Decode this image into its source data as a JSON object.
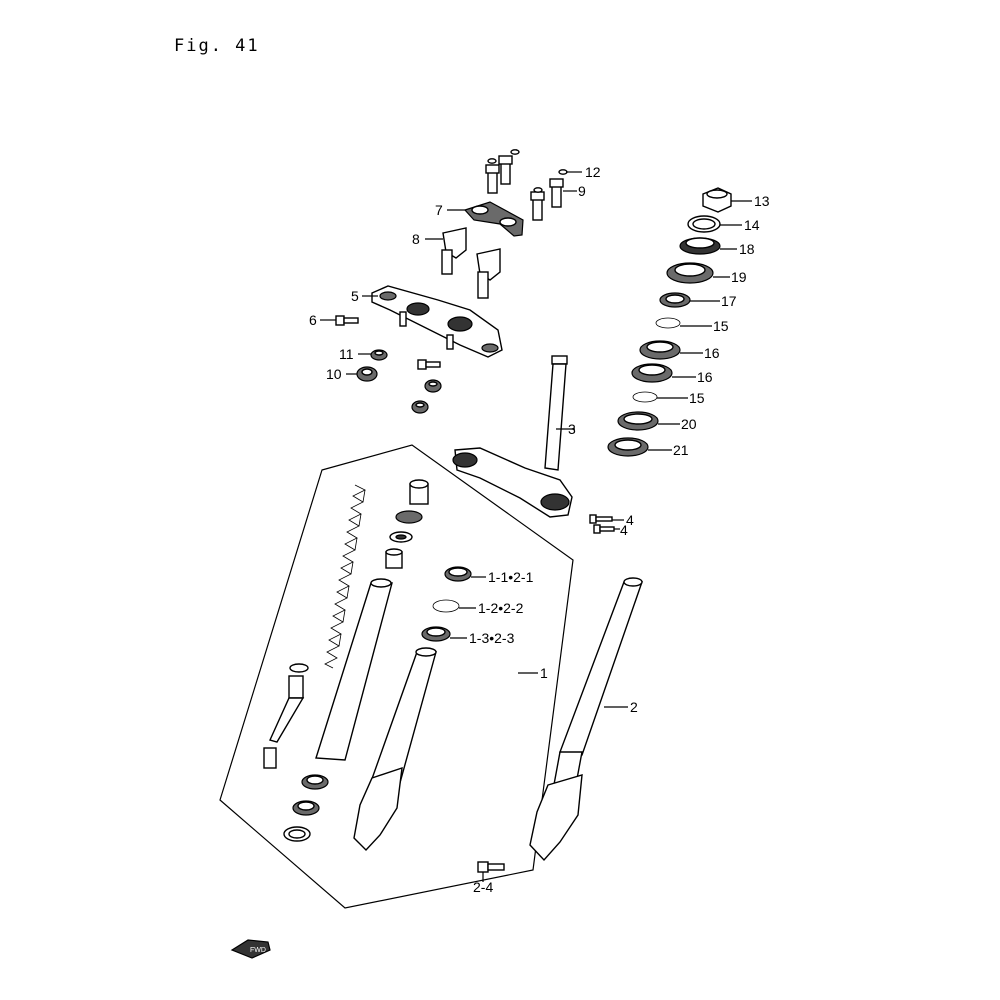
{
  "figure": {
    "title": "Fig. 41"
  },
  "fwd_arrow": {
    "text": "FWD"
  },
  "callouts": {
    "c1": "1",
    "c2": "2",
    "c3": "3",
    "c4a": "4",
    "c4b": "4",
    "c5": "5",
    "c6": "6",
    "c7": "7",
    "c8": "8",
    "c9": "9",
    "c10": "10",
    "c11": "11",
    "c12": "12",
    "c13": "13",
    "c14": "14",
    "c15a": "15",
    "c15b": "15",
    "c16a": "16",
    "c16b": "16",
    "c17": "17",
    "c18": "18",
    "c19": "19",
    "c20": "20",
    "c21": "21",
    "c1_1": "1-1•2-1",
    "c1_2": "1-2•2-2",
    "c1_3": "1-3•2-3",
    "c2_4": "2-4"
  }
}
